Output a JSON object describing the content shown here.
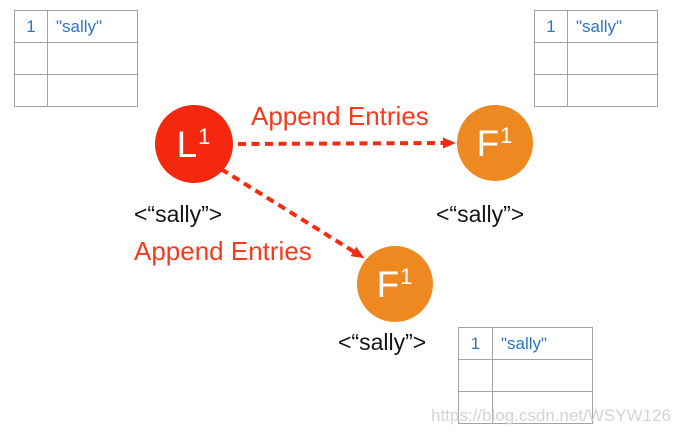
{
  "colors": {
    "leader_node": "#f5270e",
    "follower_node": "#ee8821",
    "arrow": "#f32b10",
    "append_label": "#f63a1e",
    "table_text": "#2e74c8",
    "table_border": "#a3a3a3",
    "log_text": "#151515",
    "watermark": "#d3d3d3"
  },
  "nodes": {
    "leader": {
      "label": "L",
      "term": "1",
      "log": "<“sally”>"
    },
    "follower_top": {
      "label": "F",
      "term": "1",
      "log": "<“sally”>"
    },
    "follower_bottom": {
      "label": "F",
      "term": "1",
      "log": "<“sally”>"
    }
  },
  "messages": {
    "to_follower_top": "Append Entries",
    "to_follower_bottom": "Append Entries"
  },
  "log_tables": {
    "top_left": {
      "rows": [
        [
          "1",
          "\"sally\""
        ],
        [
          "",
          ""
        ],
        [
          "",
          ""
        ]
      ]
    },
    "top_right": {
      "rows": [
        [
          "1",
          "\"sally\""
        ],
        [
          "",
          ""
        ],
        [
          "",
          ""
        ]
      ]
    },
    "bottom_right": {
      "rows": [
        [
          "1",
          "\"sally\""
        ],
        [
          "",
          ""
        ],
        [
          "",
          ""
        ]
      ]
    }
  },
  "watermark": "https://blog.csdn.net/WSYW126"
}
